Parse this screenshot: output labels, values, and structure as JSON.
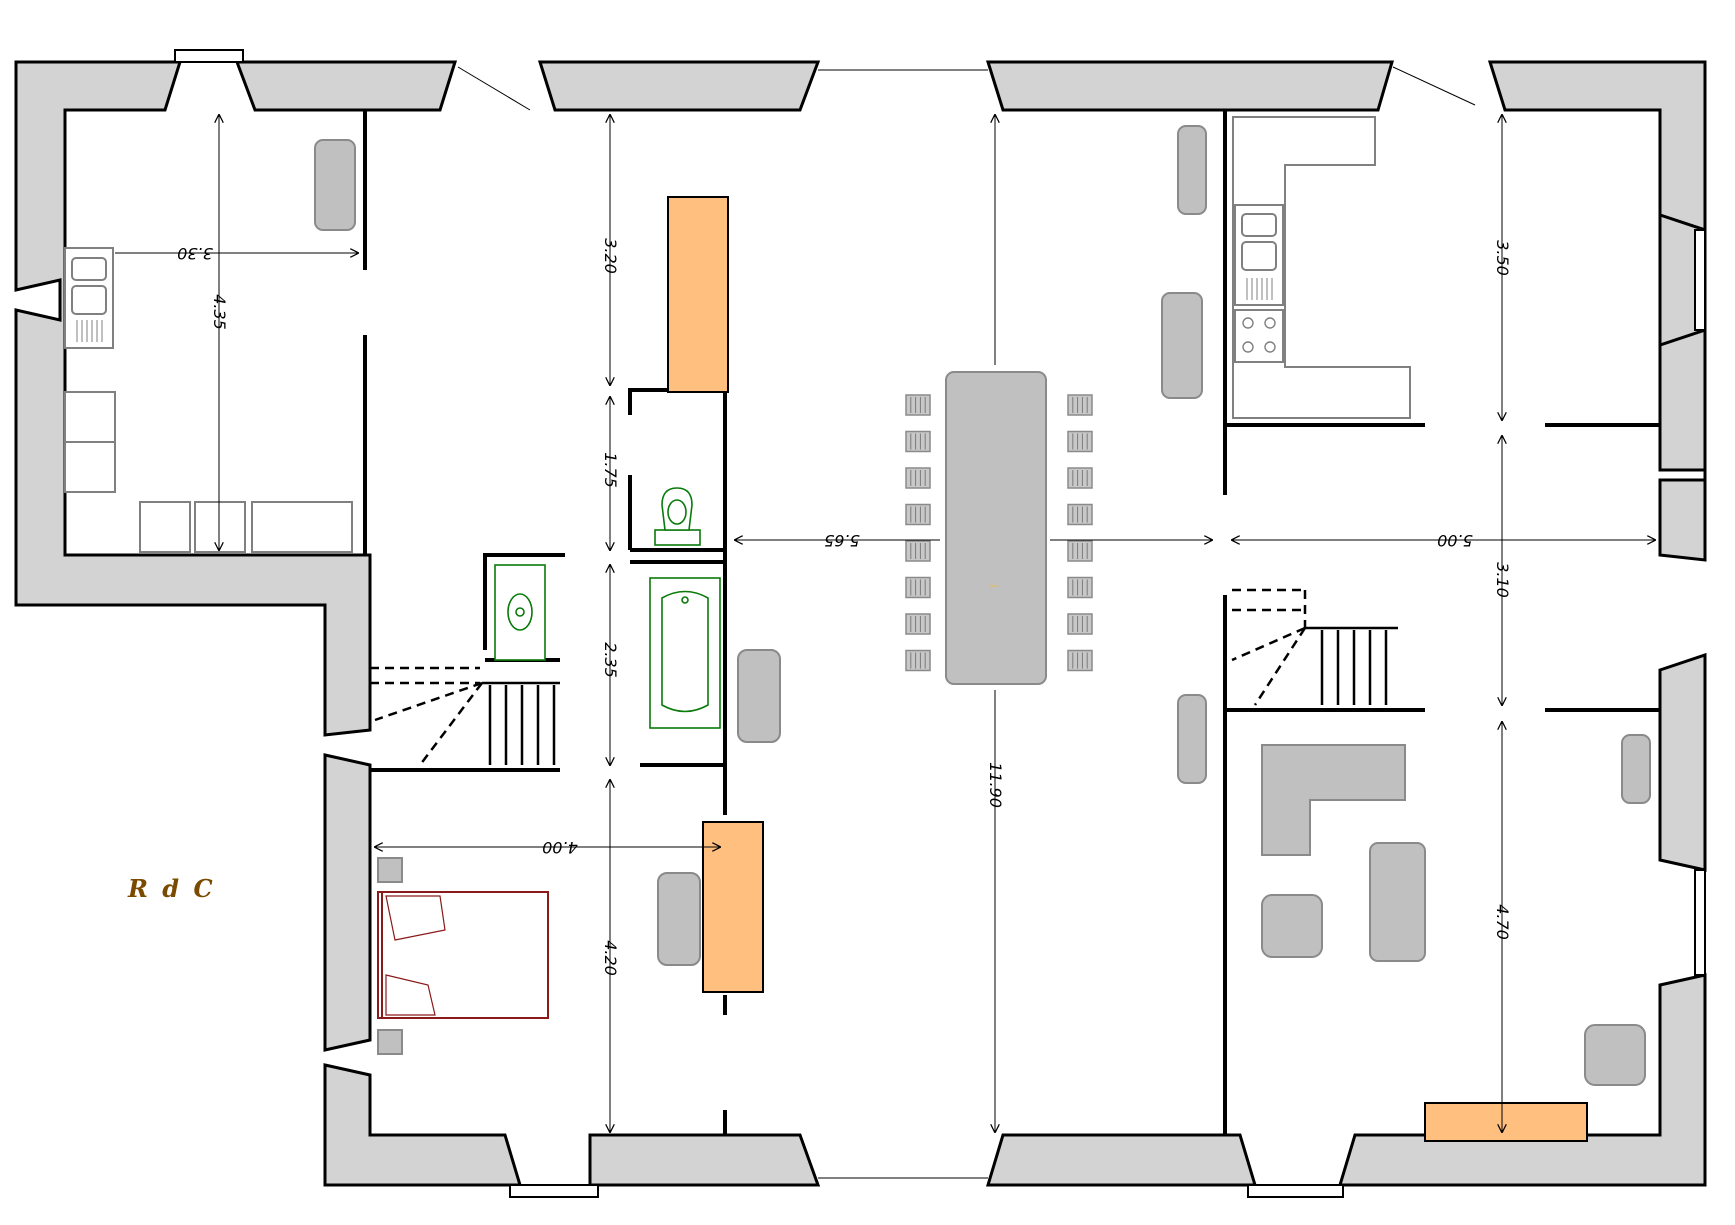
{
  "plan": {
    "floor_label": "R d C",
    "dimensions": {
      "kitchen_width": "3.30",
      "kitchen_depth": "4.35",
      "top_left_room": "3.20",
      "wc_height": "1.75",
      "bath_height": "2.35",
      "bedroom_height": "4.20",
      "bedroom_width": "4.00",
      "hall_width": "5.65",
      "total_length": "11.90",
      "right_width": "5.00",
      "kitchen_right_height": "3.50",
      "hall_right_height": "3.10",
      "living_height": "4.70"
    }
  }
}
